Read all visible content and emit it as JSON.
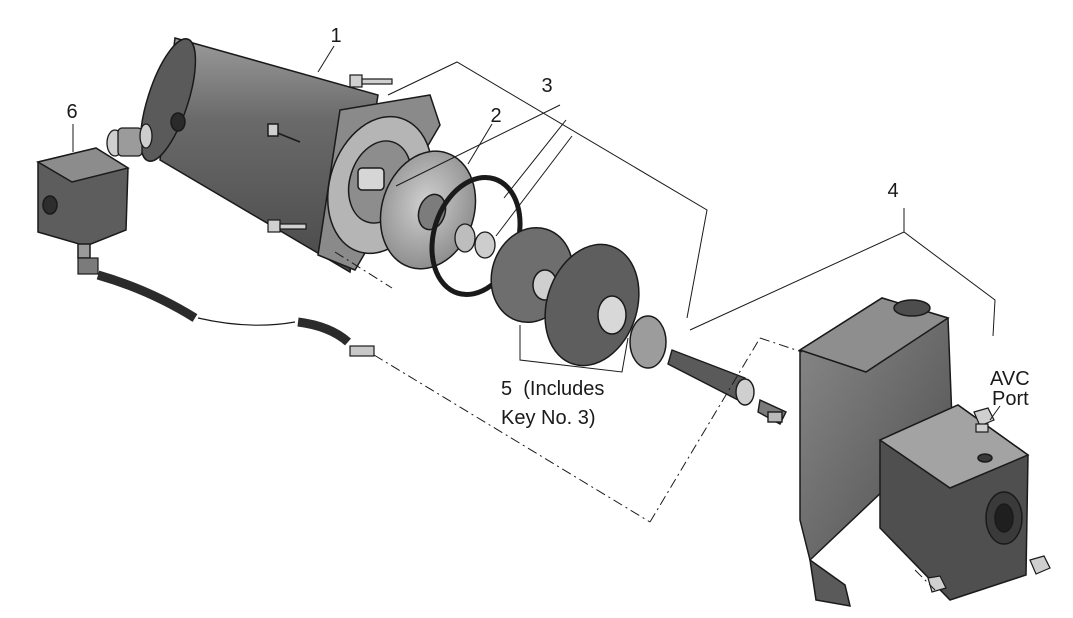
{
  "labels": {
    "motor": "1",
    "diffuser_plate": "2",
    "seal_set": "3",
    "pump_body": "4",
    "impeller_line1": "5  (Includes",
    "impeller_line2": "Key No. 3)",
    "pressure_switch": "6",
    "avc_line1": "AVC",
    "avc_line2": "Port"
  },
  "colors": {
    "metal_dark": "#5b5b5b",
    "metal_mid": "#7c7c7c",
    "metal_light": "#a9a9a9",
    "outline": "#1a1a1a",
    "background": "#ffffff"
  }
}
